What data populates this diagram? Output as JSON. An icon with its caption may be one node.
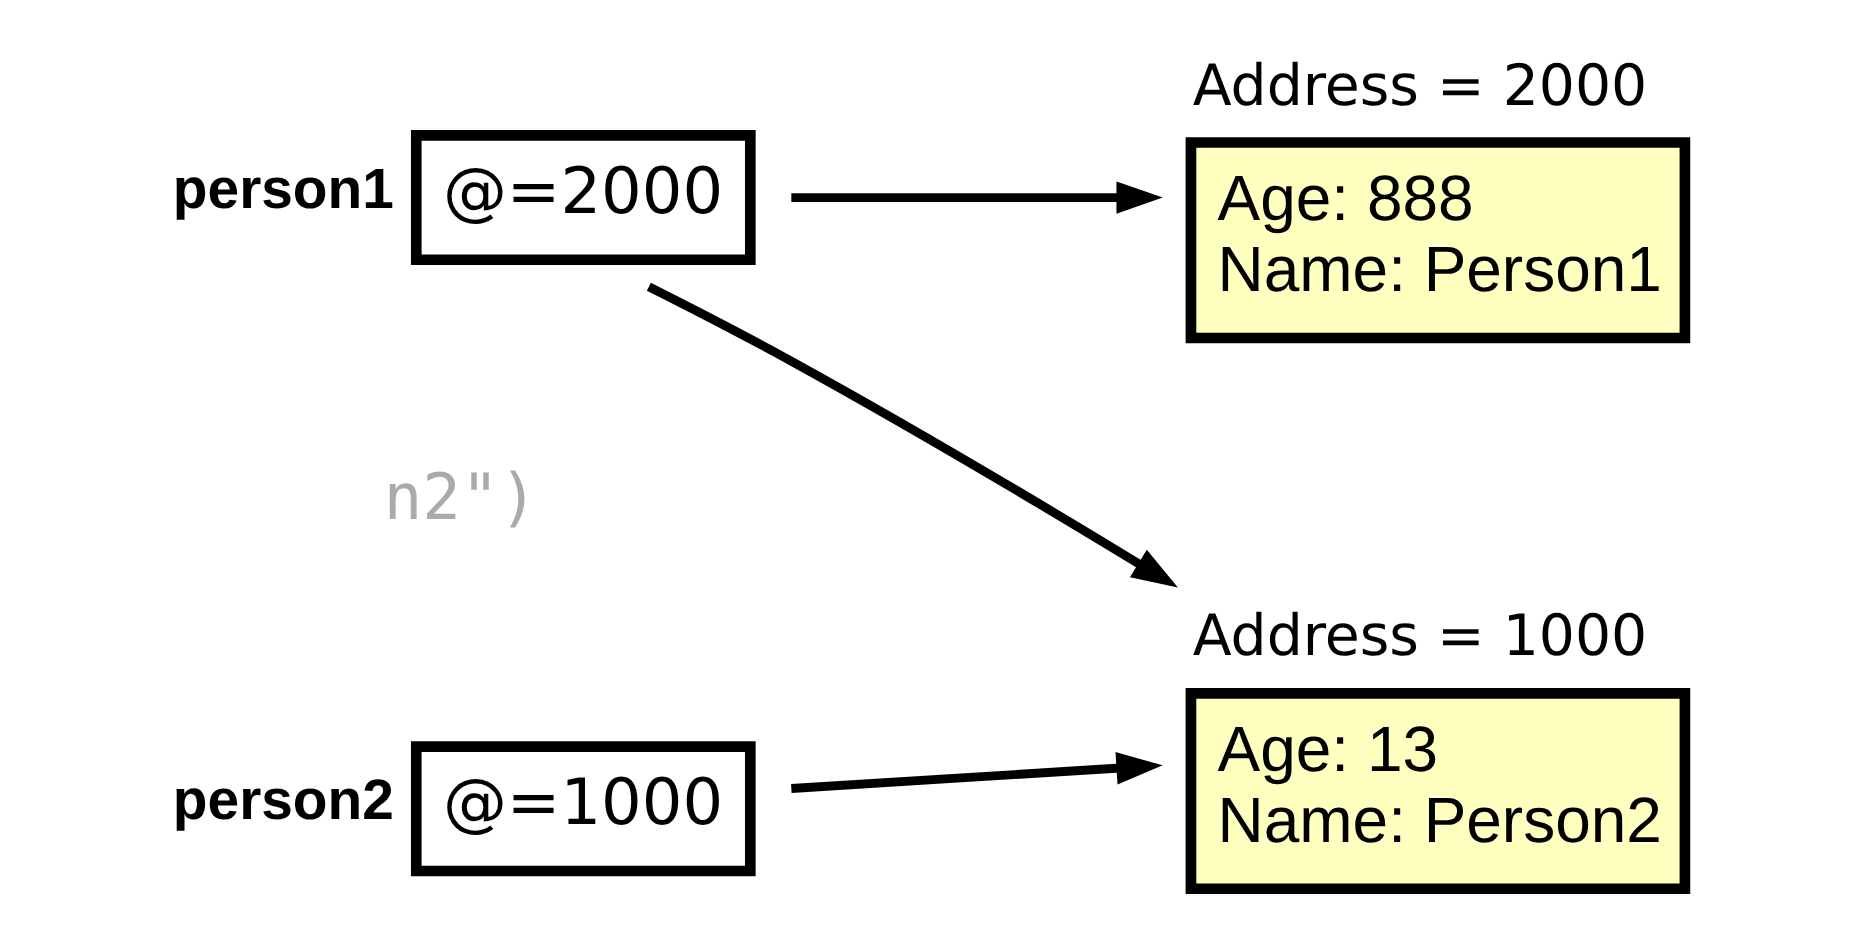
{
  "diagram": {
    "nodes": [
      {
        "text": [
          "@=1000"
        ],
        "beside": [
          "person2"
        ]
      },
      {
        "text": [
          "@=2000"
        ],
        "beside": [
          "person1"
        ]
      },
      {
        "text": [
          "Age: 13",
          "Name: Person2"
        ],
        "beside": [
          "Address = 1000"
        ]
      },
      {
        "text": [
          "Age: 888",
          "Name: Person1"
        ],
        "beside": [
          "Address = 2000"
        ]
      }
    ],
    "edges": [
      {
        "from": 0,
        "to": 2,
        "arrow": "to"
      },
      {
        "from": 1,
        "to": 2,
        "arrow": "to"
      },
      {
        "from": 1,
        "to": 3,
        "arrow": "to"
      }
    ],
    "labels": [
      "n2\")"
    ]
  }
}
